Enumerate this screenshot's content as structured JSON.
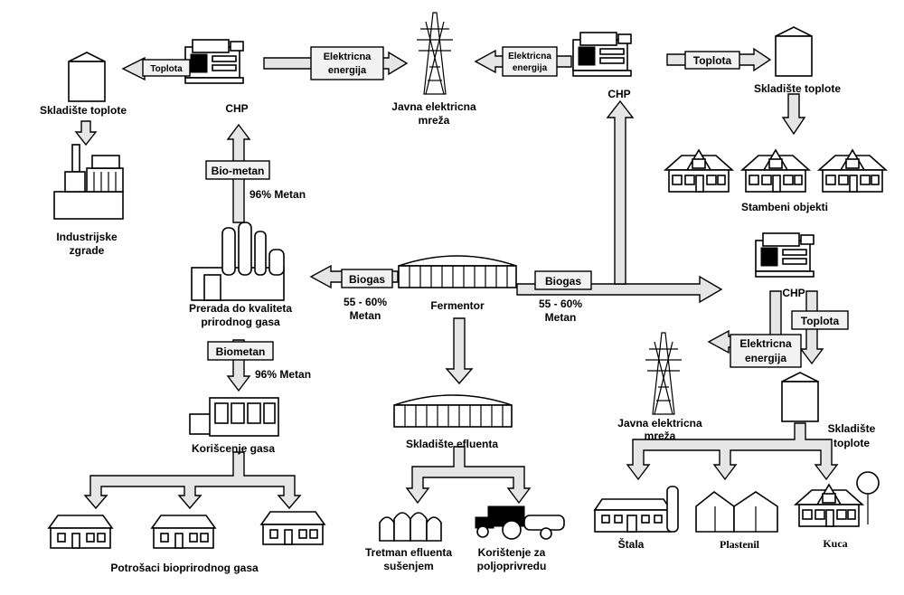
{
  "labels": {
    "storage_left": "Skladište toplote",
    "chp_left": "CHP",
    "industrial": [
      "Industrijske",
      "zgrade"
    ],
    "public_grid_top": [
      "Javna elektricna",
      "mreža"
    ],
    "chp_top": "CHP",
    "storage_right_top": "Skladište toplote",
    "residential": "Stambeni objekti",
    "methane_96_a": "96% Metan",
    "upgrading": [
      "Prerada do kvaliteta",
      "prirodnog gasa"
    ],
    "methane_5560_left": [
      "55 - 60%",
      "Metan"
    ],
    "fermentor": "Fermentor",
    "methane_5560_right": [
      "55 - 60%",
      "Metan"
    ],
    "chp_mid": "CHP",
    "methane_96_b": "96% Metan",
    "gas_use": "Korišcenje gasa",
    "effluent_storage": "Skladište efluenta",
    "public_grid_bottom": [
      "Javna elektricna",
      "mreža"
    ],
    "storage_bottom": [
      "Skladište",
      "toplote"
    ],
    "consumers": "Potrošaci bioprirodnog gasa",
    "effluent_treatment": [
      "Tretman efluenta",
      "sušenjem"
    ],
    "agriculture": [
      "Korištenje za",
      "poljoprivredu"
    ],
    "stable": "Štala",
    "greenhouse": "Plastenil",
    "house": "Kuca"
  },
  "boxes": {
    "toplota_left": "Toplota",
    "el_energy_top_left": [
      "Elektricna",
      "energija"
    ],
    "el_energy_top_right": [
      "Elektricna",
      "energija"
    ],
    "toplota_right_top": "Toplota",
    "bio_metan": "Bio-metan",
    "biogas_left": "Biogas",
    "biogas_right": "Biogas",
    "toplota_mid": "Toplota",
    "el_energy_mid": [
      "Elektricna",
      "energija"
    ],
    "biometan": "Biometan"
  },
  "colors": {
    "arrow_fill": "#e6e6e6",
    "box_fill": "#f2f2f2",
    "ink": "#000000"
  }
}
